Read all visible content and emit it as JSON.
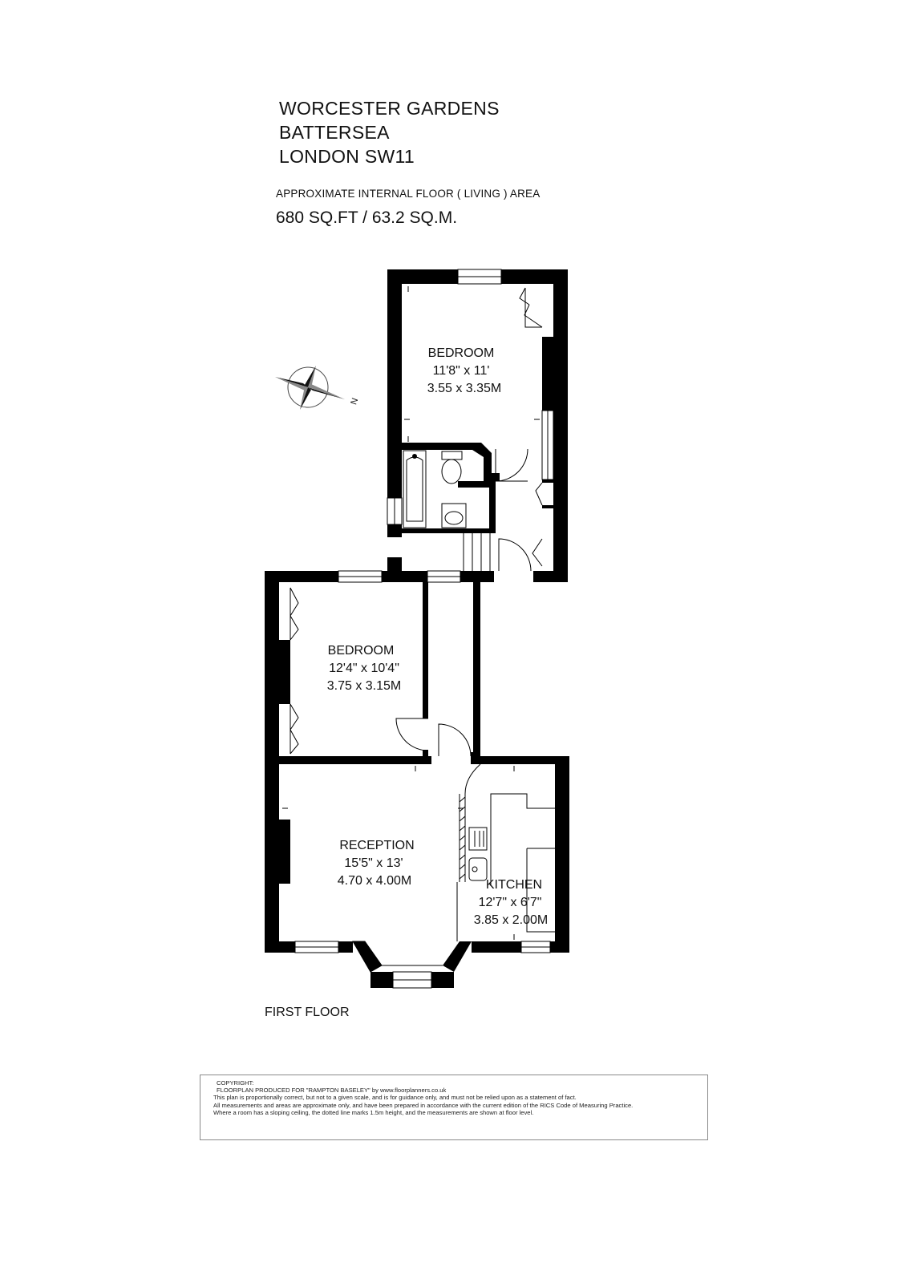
{
  "address": [
    "WORCESTER GARDENS",
    "BATTERSEA",
    "LONDON SW11"
  ],
  "area": {
    "label": "APPROXIMATE INTERNAL FLOOR ( LIVING ) AREA",
    "value": "680 SQ.FT / 63.2 SQ.M."
  },
  "compass": {
    "label": "N"
  },
  "rooms": [
    {
      "id": "bedroom-1",
      "name": "BEDROOM",
      "imperial": "11'8\" x 11'",
      "metric": "3.55 x 3.35M"
    },
    {
      "id": "bedroom-2",
      "name": "BEDROOM",
      "imperial": "12'4\" x 10'4\"",
      "metric": "3.75 x 3.15M"
    },
    {
      "id": "reception",
      "name": "RECEPTION",
      "imperial": "15'5\" x 13'",
      "metric": "4.70 x 4.00M"
    },
    {
      "id": "kitchen",
      "name": "KITCHEN",
      "imperial": "12'7\" x 6'7\"",
      "metric": "3.85 x 2.00M"
    }
  ],
  "floor_label": "FIRST FLOOR",
  "copyright": {
    "title": "COPYRIGHT:",
    "produced_for": "FLOORPLAN PRODUCED FOR \"RAMPTON BASELEY\" by www.floorplanners.co.uk",
    "lines": [
      "This plan is proportionally correct, but not to a given scale, and is for guidance only, and must not be relied upon as a statement of fact.",
      "All measurements and areas are approximate only, and have been prepared in accordance with the current edition of the RICS Code of Measuring Practice.",
      "Where a room has a sloping ceiling, the dotted line marks 1.5m height, and the measurements are shown at floor level."
    ]
  },
  "colors": {
    "wall": "#000000",
    "line": "#222222",
    "background": "#ffffff"
  }
}
